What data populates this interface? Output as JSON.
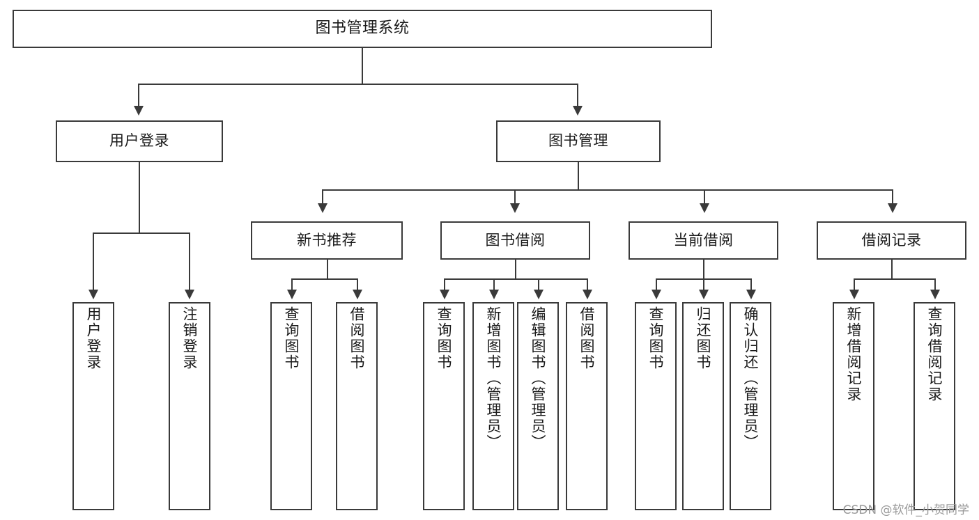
{
  "diagram": {
    "type": "tree",
    "title": "图书管理系统",
    "root": {
      "id": "root",
      "label": "图书管理系统"
    },
    "level2": [
      {
        "id": "user-login",
        "label": "用户登录"
      },
      {
        "id": "book-management",
        "label": "图书管理"
      }
    ],
    "level3": [
      {
        "id": "new-book-recommend",
        "label": "新书推荐"
      },
      {
        "id": "book-borrow",
        "label": "图书借阅"
      },
      {
        "id": "current-borrow",
        "label": "当前借阅"
      },
      {
        "id": "borrow-record",
        "label": "借阅记录"
      }
    ],
    "leaves": [
      {
        "id": "leaf-user-login",
        "label": "用户登录",
        "parent": "user-login"
      },
      {
        "id": "leaf-logout",
        "label": "注销登录",
        "parent": "user-login"
      },
      {
        "id": "leaf-query-book-1",
        "label": "查询图书",
        "parent": "new-book-recommend"
      },
      {
        "id": "leaf-borrow-book-1",
        "label": "借阅图书",
        "parent": "new-book-recommend"
      },
      {
        "id": "leaf-query-book-2",
        "label": "查询图书",
        "parent": "book-borrow"
      },
      {
        "id": "leaf-add-book",
        "label": "新增图书（管理员）",
        "parent": "book-borrow"
      },
      {
        "id": "leaf-edit-book",
        "label": "编辑图书（管理员）",
        "parent": "book-borrow"
      },
      {
        "id": "leaf-borrow-book-2",
        "label": "借阅图书",
        "parent": "book-borrow"
      },
      {
        "id": "leaf-query-book-3",
        "label": "查询图书",
        "parent": "current-borrow"
      },
      {
        "id": "leaf-return-book",
        "label": "归还图书",
        "parent": "current-borrow"
      },
      {
        "id": "leaf-confirm-return",
        "label": "确认归还（管理员）",
        "parent": "current-borrow"
      },
      {
        "id": "leaf-add-record",
        "label": "新增借阅记录",
        "parent": "borrow-record"
      },
      {
        "id": "leaf-query-record",
        "label": "查询借阅记录",
        "parent": "borrow-record"
      }
    ]
  },
  "watermark": {
    "text": "CSDN @软件_小贺同学"
  },
  "colors": {
    "stroke": "#3a3a3a",
    "fill": "#ffffff",
    "text": "#1a1a1a",
    "watermark": "#9a9a9a"
  }
}
